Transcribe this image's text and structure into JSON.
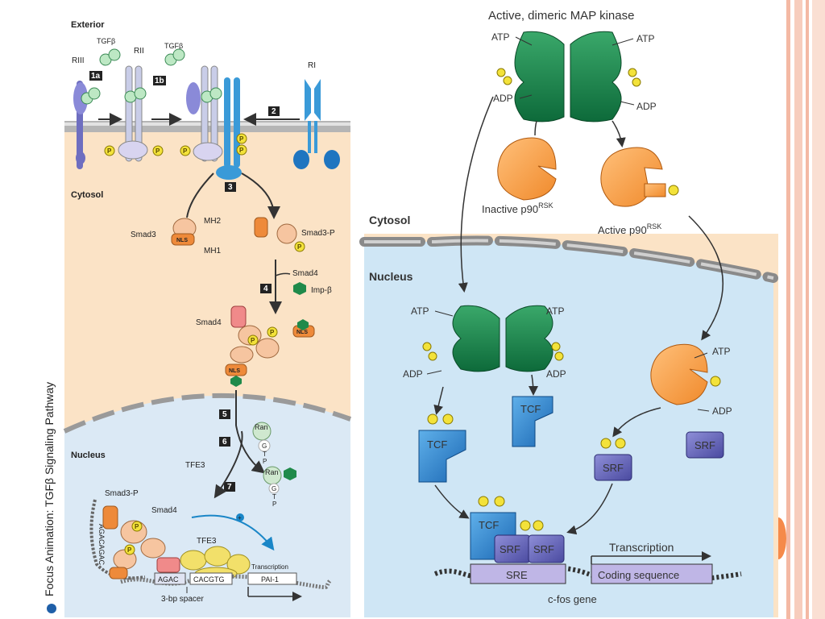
{
  "slide": {
    "vertical_caption": "Focus Animation: TGFβ Signaling Pathway",
    "colors": {
      "left_extracellular": "#ffffff",
      "left_cytosol": "#fbe3c6",
      "left_nucleus": "#dbe9f5",
      "right_cytosol": "#fbe3c6",
      "right_nucleus": "#cfe6f5",
      "membrane": "#a8a8a8",
      "right_border_stripes": "#f4b9a4",
      "accent_orange": "#f58a4a"
    }
  },
  "tgf_diagram": {
    "region_labels": {
      "exterior": "Exterior",
      "cytosol": "Cytosol",
      "nucleus": "Nucleus"
    },
    "receptors": {
      "riii": "RIII",
      "rii": "RII",
      "ri": "RI"
    },
    "ligand": "TGFβ",
    "steps": [
      "1a",
      "1b",
      "2",
      "3",
      "4",
      "5",
      "6",
      "7"
    ],
    "smad_labels": {
      "smad3": "Smad3",
      "mh2": "MH2",
      "mh1": "MH1",
      "nls": "NLS",
      "smad3p": "Smad3-P",
      "smad4": "Smad4",
      "imp_beta": "Imp-β",
      "ran_gtp": [
        "Ran",
        "G",
        "T",
        "P"
      ],
      "tfe3": "TFE3",
      "phospho": "P"
    },
    "dna": {
      "agac_vertical": "AGACAGAC",
      "agac": "AGAC",
      "cacgtg": "CACGTG",
      "pai1": "PAI-1",
      "transcription": "Transcription",
      "spacer": "3-bp spacer"
    }
  },
  "map_diagram": {
    "title": "Active, dimeric MAP kinase",
    "atp": "ATP",
    "adp": "ADP",
    "inactive_rsk_prefix": "Inactive p90",
    "active_rsk_prefix": "Active p90",
    "rsk_sup": "RSK",
    "cytosol": "Cytosol",
    "nucleus": "Nucleus",
    "tcf": "TCF",
    "srf": "SRF",
    "sre": "SRE",
    "transcription": "Transcription",
    "coding_sequence": "Coding sequence",
    "gene_label": "c-fos gene"
  }
}
